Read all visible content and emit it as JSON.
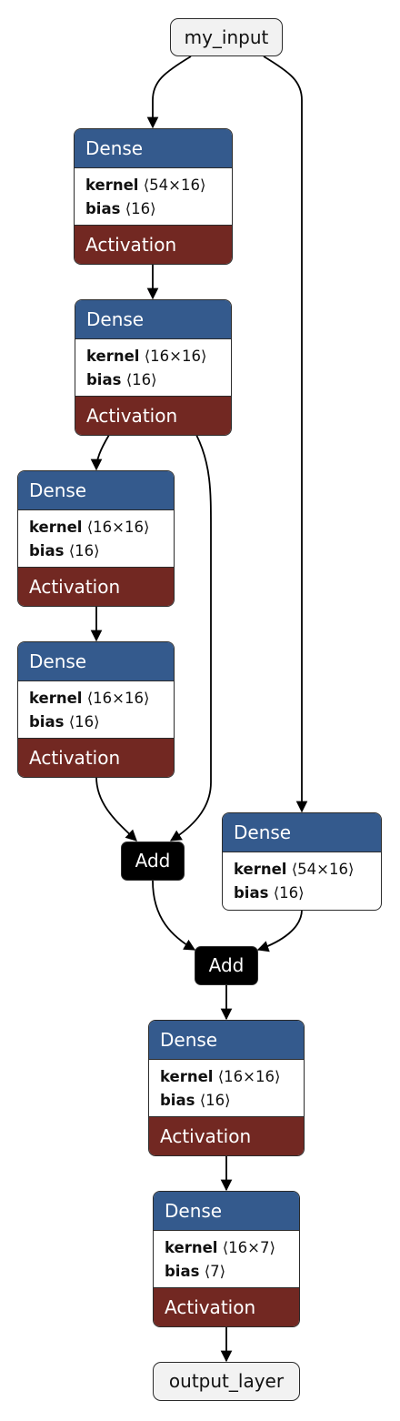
{
  "input": {
    "label": "my_input"
  },
  "output": {
    "label": "output_layer"
  },
  "layers": [
    {
      "type": "Dense",
      "kernel_label": "kernel",
      "kernel_shape": "⟨54×16⟩",
      "bias_label": "bias",
      "bias_shape": "⟨16⟩",
      "activation": "Activation"
    },
    {
      "type": "Dense",
      "kernel_label": "kernel",
      "kernel_shape": "⟨16×16⟩",
      "bias_label": "bias",
      "bias_shape": "⟨16⟩",
      "activation": "Activation"
    },
    {
      "type": "Dense",
      "kernel_label": "kernel",
      "kernel_shape": "⟨16×16⟩",
      "bias_label": "bias",
      "bias_shape": "⟨16⟩",
      "activation": "Activation"
    },
    {
      "type": "Dense",
      "kernel_label": "kernel",
      "kernel_shape": "⟨16×16⟩",
      "bias_label": "bias",
      "bias_shape": "⟨16⟩",
      "activation": "Activation"
    },
    {
      "type": "Dense",
      "kernel_label": "kernel",
      "kernel_shape": "⟨54×16⟩",
      "bias_label": "bias",
      "bias_shape": "⟨16⟩"
    },
    {
      "type": "Dense",
      "kernel_label": "kernel",
      "kernel_shape": "⟨16×16⟩",
      "bias_label": "bias",
      "bias_shape": "⟨16⟩",
      "activation": "Activation"
    },
    {
      "type": "Dense",
      "kernel_label": "kernel",
      "kernel_shape": "⟨16×7⟩",
      "bias_label": "bias",
      "bias_shape": "⟨7⟩",
      "activation": "Activation"
    }
  ],
  "adds": [
    {
      "label": "Add"
    },
    {
      "label": "Add"
    }
  ],
  "colors": {
    "dense_header": "#345a8d",
    "activation": "#722822",
    "add": "#000000",
    "io": "#f2f2f2"
  }
}
